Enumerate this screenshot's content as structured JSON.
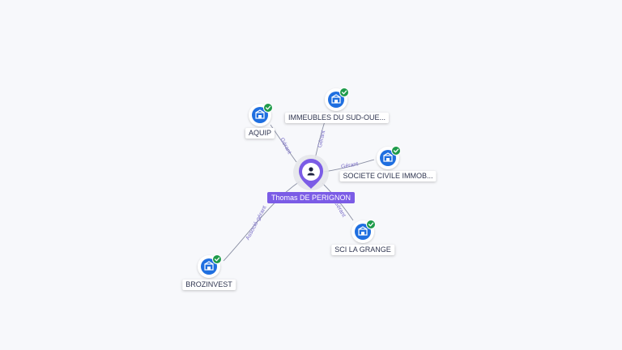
{
  "center": {
    "name": "Thomas DE PERIGNON",
    "icon": "person-icon"
  },
  "companies": [
    {
      "id": "aquip",
      "name": "AQUIP",
      "icon": "building-icon",
      "status": "check-icon"
    },
    {
      "id": "immeubles",
      "name": "IMMEUBLES DU SUD-OUE...",
      "icon": "building-icon",
      "status": "check-icon"
    },
    {
      "id": "societe",
      "name": "SOCIETE CIVILE IMMOB...",
      "icon": "building-icon",
      "status": "check-icon"
    },
    {
      "id": "sci",
      "name": "SCI LA GRANGE",
      "icon": "building-icon",
      "status": "check-icon"
    },
    {
      "id": "brozinvest",
      "name": "BROZINVEST",
      "icon": "building-icon",
      "status": "check-icon"
    }
  ],
  "edges": [
    {
      "to": "aquip",
      "label": "Gérant"
    },
    {
      "to": "immeubles",
      "label": "Gérant"
    },
    {
      "to": "societe",
      "label": "Gérant"
    },
    {
      "to": "sci",
      "label": "Gérant"
    },
    {
      "to": "brozinvest",
      "label": "Associé-gérant"
    }
  ],
  "colors": {
    "center": "#7b5ce6",
    "company": "#1f6fe0",
    "check": "#1e9b4a",
    "edge": "#8a8fa3",
    "edgeLabel": "#7b6fc9"
  }
}
